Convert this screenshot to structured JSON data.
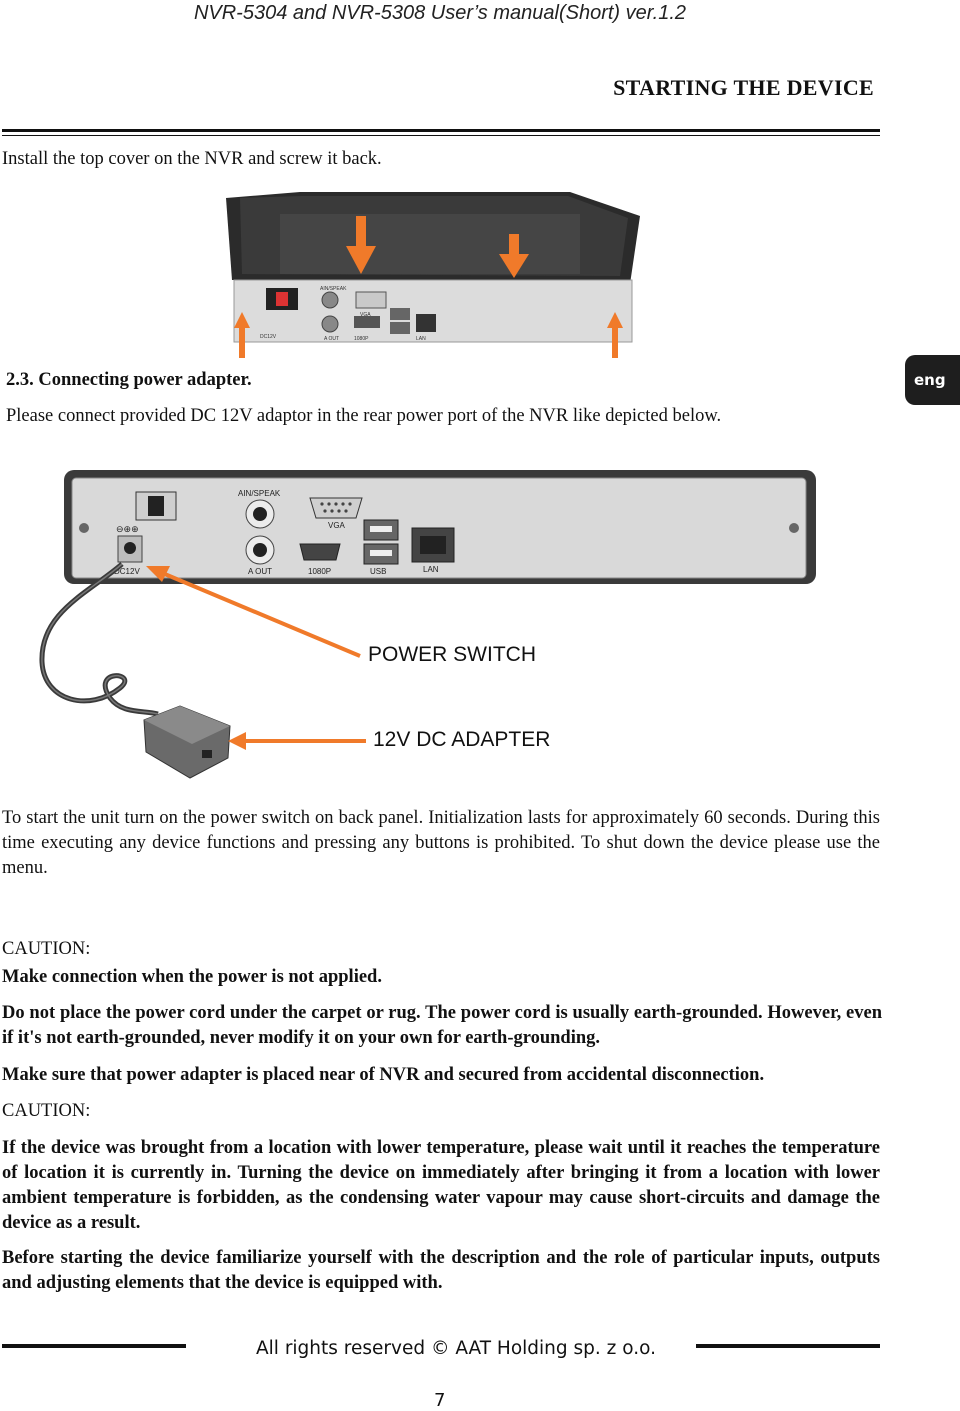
{
  "header": {
    "manual_title": "NVR-5304 and NVR-5308 User’s manual(Short) ver.1.2",
    "section_title": "STARTING THE DEVICE"
  },
  "intro_text": "Install the top cover on the NVR and screw it back.",
  "section": {
    "heading": "2.3. Connecting power adapter.",
    "text": "Please connect provided DC 12V adaptor in the rear power port of the NVR like depicted below."
  },
  "lang_tab": "eng",
  "figure_top": {
    "port_labels": [
      "AIN/SPEAK",
      "VGA",
      "DC12V",
      "A OUT",
      "1080P",
      "LAN"
    ]
  },
  "figure_panel": {
    "port_labels": {
      "ain": "AIN/SPEAK",
      "vga": "VGA",
      "dc": "DC12V",
      "aout": "A OUT",
      "hdmi": "1080P",
      "usb": "USB",
      "lan": "LAN"
    },
    "callout_power_switch": "POWER SWITCH",
    "callout_adapter": "12V DC ADAPTER"
  },
  "body": {
    "start_paragraph": "To start the unit turn on the power switch on back panel. Initialization lasts for approximately 60 seconds. During this time executing any device functions and pressing any buttons is prohibited. To shut down the device please use the menu.",
    "caution1_label": "CAUTION:",
    "caution1_lines": [
      "Make connection when the power is not applied.",
      "Do not place the power cord under the carpet or rug. The power cord is usually earth-grounded. However, even if it's not earth-grounded, never modify it on your own for earth-grounding.",
      "Make sure that power adapter is placed near of NVR and secured from accidental disconnection."
    ],
    "caution2_label": "CAUTION:",
    "caution2_lines": [
      "If the device was brought from a location with lower temperature, please wait until it reaches the temperature of location it is currently in. Turning the device on immediately after bringing it from a location with lower ambient temperature is forbidden, as the condensing water vapour may cause short-circuits and damage the device as a result.",
      "Before starting the device familiarize yourself with the description and the role of particular inputs, outputs and adjusting elements that the device is equipped with."
    ]
  },
  "footer": {
    "copyright": "All rights reserved © AAT Holding sp. z o.o.",
    "page_number": "7"
  },
  "colors": {
    "accent_arrow": "#f07a2a",
    "chassis": "#2b2b2b",
    "panel": "#dcdcdc",
    "lang_tab_bg": "#1e1e1e"
  }
}
